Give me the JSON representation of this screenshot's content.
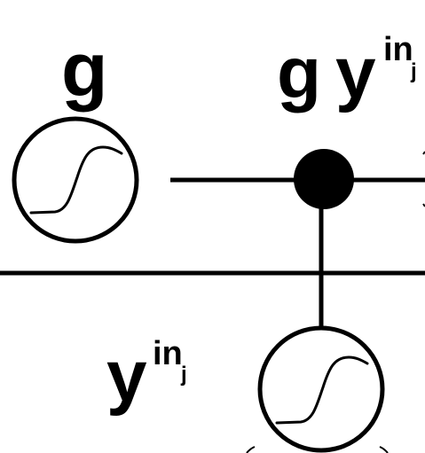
{
  "labels": {
    "g_left": "g",
    "g_top": "g",
    "y_top": "y",
    "in_top": "in",
    "j_top": "j",
    "y_bottom": "y",
    "in_bottom": "in",
    "j_bottom": "j"
  },
  "colors": {
    "stroke": "#000000",
    "background": "#ffffff"
  },
  "icons": {
    "sigmoid_left": "sigmoid-icon",
    "sigmoid_bottom": "sigmoid-icon",
    "junction": "filled-circle-node"
  }
}
